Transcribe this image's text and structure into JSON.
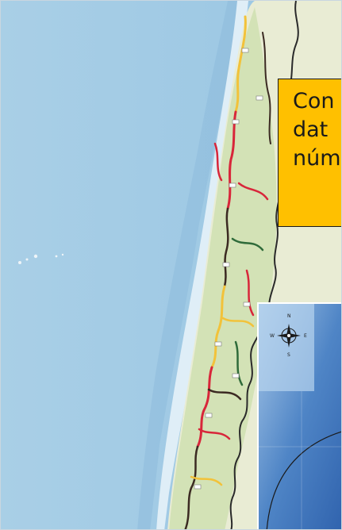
{
  "callout": {
    "lines": [
      "Con",
      "dat",
      "núm"
    ]
  },
  "compass": {
    "north": "N",
    "south": "S",
    "east": "E",
    "west": "W"
  },
  "colors": {
    "ocean": "#a9cfe6",
    "ocean_deep": "#93c0df",
    "coast_shelf": "#dfeef7",
    "land": "#e8ecd2",
    "land_green": "#c8dcaa",
    "border": "#2a2a2a",
    "road_red": "#d8263a",
    "road_yellow": "#f2c23a",
    "road_dark": "#3b2a22",
    "callout_fill": "#ffc000",
    "inset_blue": "#3a6fb8"
  }
}
